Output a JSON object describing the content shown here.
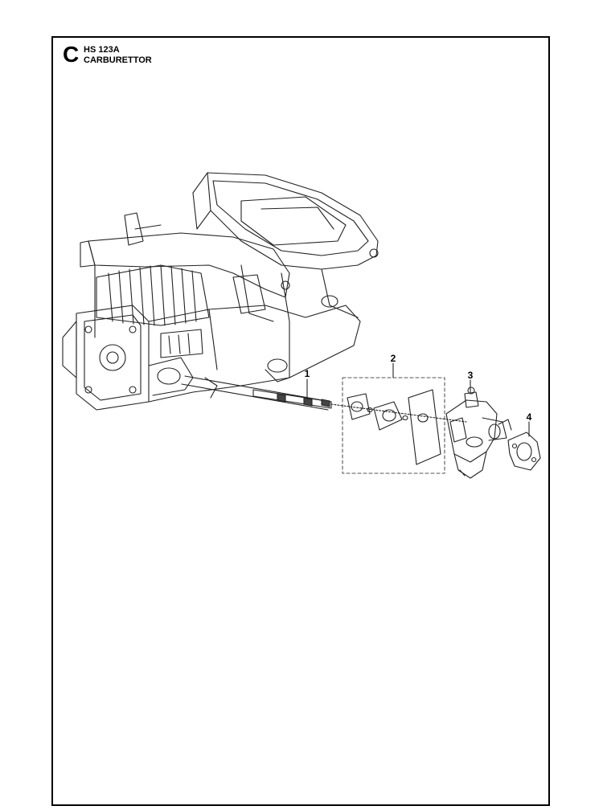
{
  "header": {
    "section_letter": "C",
    "model": "HS 123A",
    "title": "CARBURETTOR"
  },
  "callouts": [
    "1",
    "2",
    "3",
    "4"
  ]
}
